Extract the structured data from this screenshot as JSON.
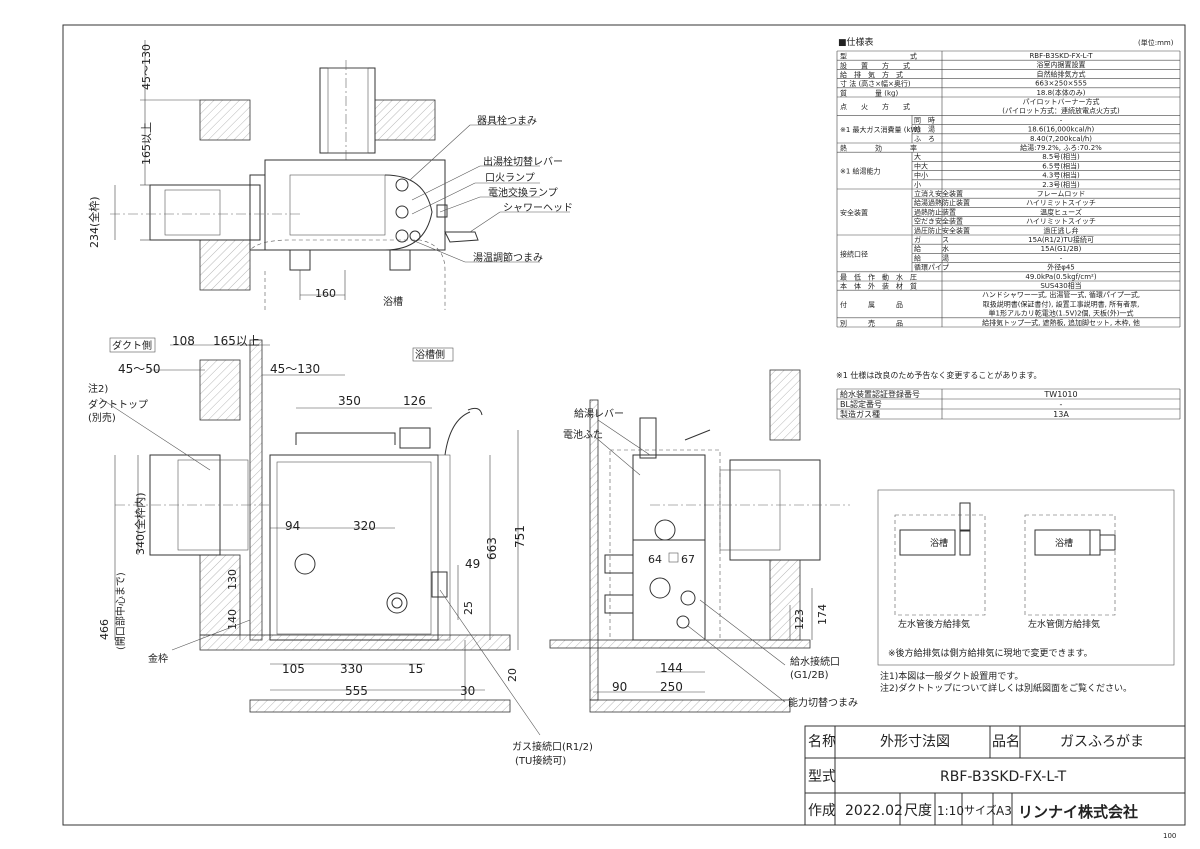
{
  "spec": {
    "heading": "■仕様表",
    "unit": "(単位:mm)",
    "rows": [
      {
        "label": "型　　　　　　　　　式",
        "value": "RBF-B3SKD-FX-L-T"
      },
      {
        "label": "設　　置　　方　　式",
        "value": "浴室内据置設置"
      },
      {
        "label": "給　排　気　方　式",
        "value": "自然給排気方式"
      },
      {
        "label": "寸 法 (高さ×幅×奥行)",
        "value": "663×250×555"
      },
      {
        "label": "質　　　　量 (kg)",
        "value": "18.8(本体のみ)"
      },
      {
        "label": "点　　火　　方　　式",
        "value": "パイロットバーナー方式\n(パイロット方式：連続放電点火方式)"
      },
      {
        "label": "※1 最大ガス消費量 (kW)",
        "sub": [
          "同　時",
          "給　湯",
          "ふ　ろ"
        ],
        "value": "-\n18.6(16,000kcal/h)\n8.40(7,200kcal/h)"
      },
      {
        "label": "熱　　　　効　　　　率",
        "value": "給湯:79.2%, ふろ:70.2%"
      },
      {
        "label": "※1 給湯能力",
        "sub": [
          "大",
          "中大",
          "中小",
          "小"
        ],
        "value": "8.5号(相当)\n6.5号(相当)\n4.3号(相当)\n2.3号(相当)"
      },
      {
        "label": "安全装置",
        "sub": [
          "立消え安全装置",
          "給湯過熱防止装置",
          "過熱防止装置",
          "空だき安全装置",
          "過圧防止安全装置"
        ],
        "value": "フレームロッド\nハイリミットスイッチ\n温度ヒューズ\nハイリミットスイッチ\n過圧逃し弁"
      },
      {
        "label": "接続口径",
        "sub": [
          "ガ　　　ス",
          "給　　　水",
          "給　　　湯",
          "循環パイプ"
        ],
        "value": "15A(R1/2)TU接続可\n15A(G1/2B)\n-\n外径φ45"
      },
      {
        "label": "最　低　作　動　水　圧",
        "value": "49.0kPa(0.5kgf/cm²)"
      },
      {
        "label": "本　体　外　装　材　質",
        "value": "SUS430相当"
      },
      {
        "label": "付　　　属　　　品",
        "value": "ハンドシャワー一式, 出湯管一式, 循環パイプ一式,\n取扱説明書(保証書付), 設置工事説明書, 所有者票,\n単1形アルカリ乾電池(1.5V)2個, 天板(外)一式"
      },
      {
        "label": "別　　　売　　　品",
        "value": "給排気トップ一式, 遮熱板, 追加脚セット, 木枠, 他"
      }
    ],
    "note": "※1 仕様は改良のため予告なく変更することがあります。",
    "cert": [
      {
        "label": "給水装置認証登録番号",
        "value": "TW1010"
      },
      {
        "label": "BL認定番号",
        "value": "-"
      },
      {
        "label": "製造ガス種",
        "value": "13A"
      }
    ]
  },
  "labels": {
    "knob_faucet": "器具栓つまみ",
    "lever_switch": "出湯栓切替レバー",
    "pilot_lamp": "口火ランプ",
    "battery_lamp": "電池交換ランプ",
    "shower_head": "シャワーヘッド",
    "temp_knob": "湯温調節つまみ",
    "bathtub": "浴槽",
    "duct_side": "ダクト側",
    "bathtub_side": "浴槽側",
    "note2_duct": "注2)\nダクトトップ\n(別売)",
    "frame": "金枠",
    "gas_connect": "ガス接続口(R1/2)\n(TU接続可)",
    "hot_lever": "給湯レバー",
    "battery_cover": "電池ふた",
    "water_connect": "給水接続口\n(G1/2B)",
    "power_knob": "能力切替つまみ",
    "rear_exhaust": "左水管後方給排気",
    "side_exhaust": "左水管側方給排気",
    "bath_small": "浴槽",
    "exhaust_note": "※後方給排気は側方給排気に現地で変更できます。",
    "note1": "注1)本図は一般ダクト設置用です。",
    "note2": "注2)ダクトトップについて詳しくは別紙図面をご覧ください。"
  },
  "dims": {
    "d45_130_v": "45～130",
    "d165_v": "165以上",
    "d234": "234(全枠)",
    "d160": "160",
    "d108": "108",
    "d165_h": "165以上",
    "d45_50": "45～50",
    "d45_130_h": "45～130",
    "d350": "350",
    "d126": "126",
    "d340": "340(全枠内)",
    "d466": "466\n(開口部中心まで)",
    "d94": "94",
    "d320": "320",
    "d663": "663",
    "d751": "751",
    "d49": "49",
    "d130": "130",
    "d140": "140",
    "d25": "25",
    "d105": "105",
    "d330": "330",
    "d15": "15",
    "d555": "555",
    "d30": "30",
    "d20": "20",
    "d64": "64",
    "d67": "67",
    "d174": "174",
    "d123": "123",
    "d144": "144",
    "d90": "90",
    "d250": "250"
  },
  "title_block": {
    "name_label": "名称",
    "name_value": "外形寸法図",
    "product_label": "品名",
    "product_value": "ガスふろがま",
    "model_label": "型式",
    "model_value": "RBF-B3SKD-FX-L-T",
    "made_label": "作成",
    "date": "2022.02",
    "scale_label": "尺度",
    "scale": "1:10",
    "size_label": "サイズ",
    "size": "A3",
    "company": "リンナイ株式会社"
  },
  "page_no": "100"
}
